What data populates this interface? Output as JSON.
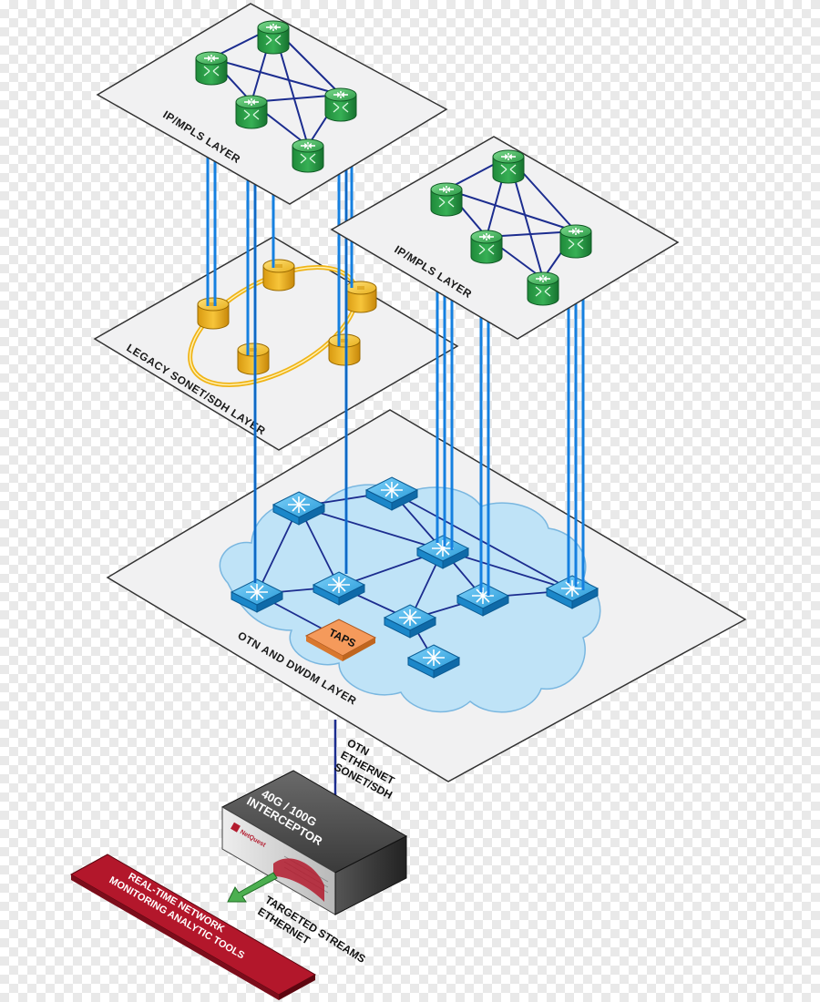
{
  "layers": {
    "ip_mpls_top": "IP/MPLS LAYER",
    "ip_mpls_right": "IP/MPLS LAYER",
    "sonet_sdh": "LEGACY SONET/SDH LAYER",
    "otn_dwdm": "OTN AND DWDM LAYER"
  },
  "taps_label": "TAPS",
  "interceptor": {
    "line1": "40G / 100G",
    "line2": "INTERCEPTOR",
    "brand": "NetQuest"
  },
  "input_protocols": [
    "OTN",
    "ETHERNET",
    "SONET/SDH"
  ],
  "output": {
    "line1": "TARGETED STREAMS",
    "line2": "ETHERNET"
  },
  "analytics": {
    "line1": "REAL-TIME NETWORK",
    "line2": "MONITORING ANALYTIC TOOLS"
  },
  "colors": {
    "router": "#2fa84f",
    "sonet_node": "#f4c430",
    "otn_switch": "#2aa6e6",
    "cloud": "#bfe3f7",
    "taps": "#f59a5b",
    "analytics_box": "#b3172b",
    "link": "#1e73d6"
  }
}
